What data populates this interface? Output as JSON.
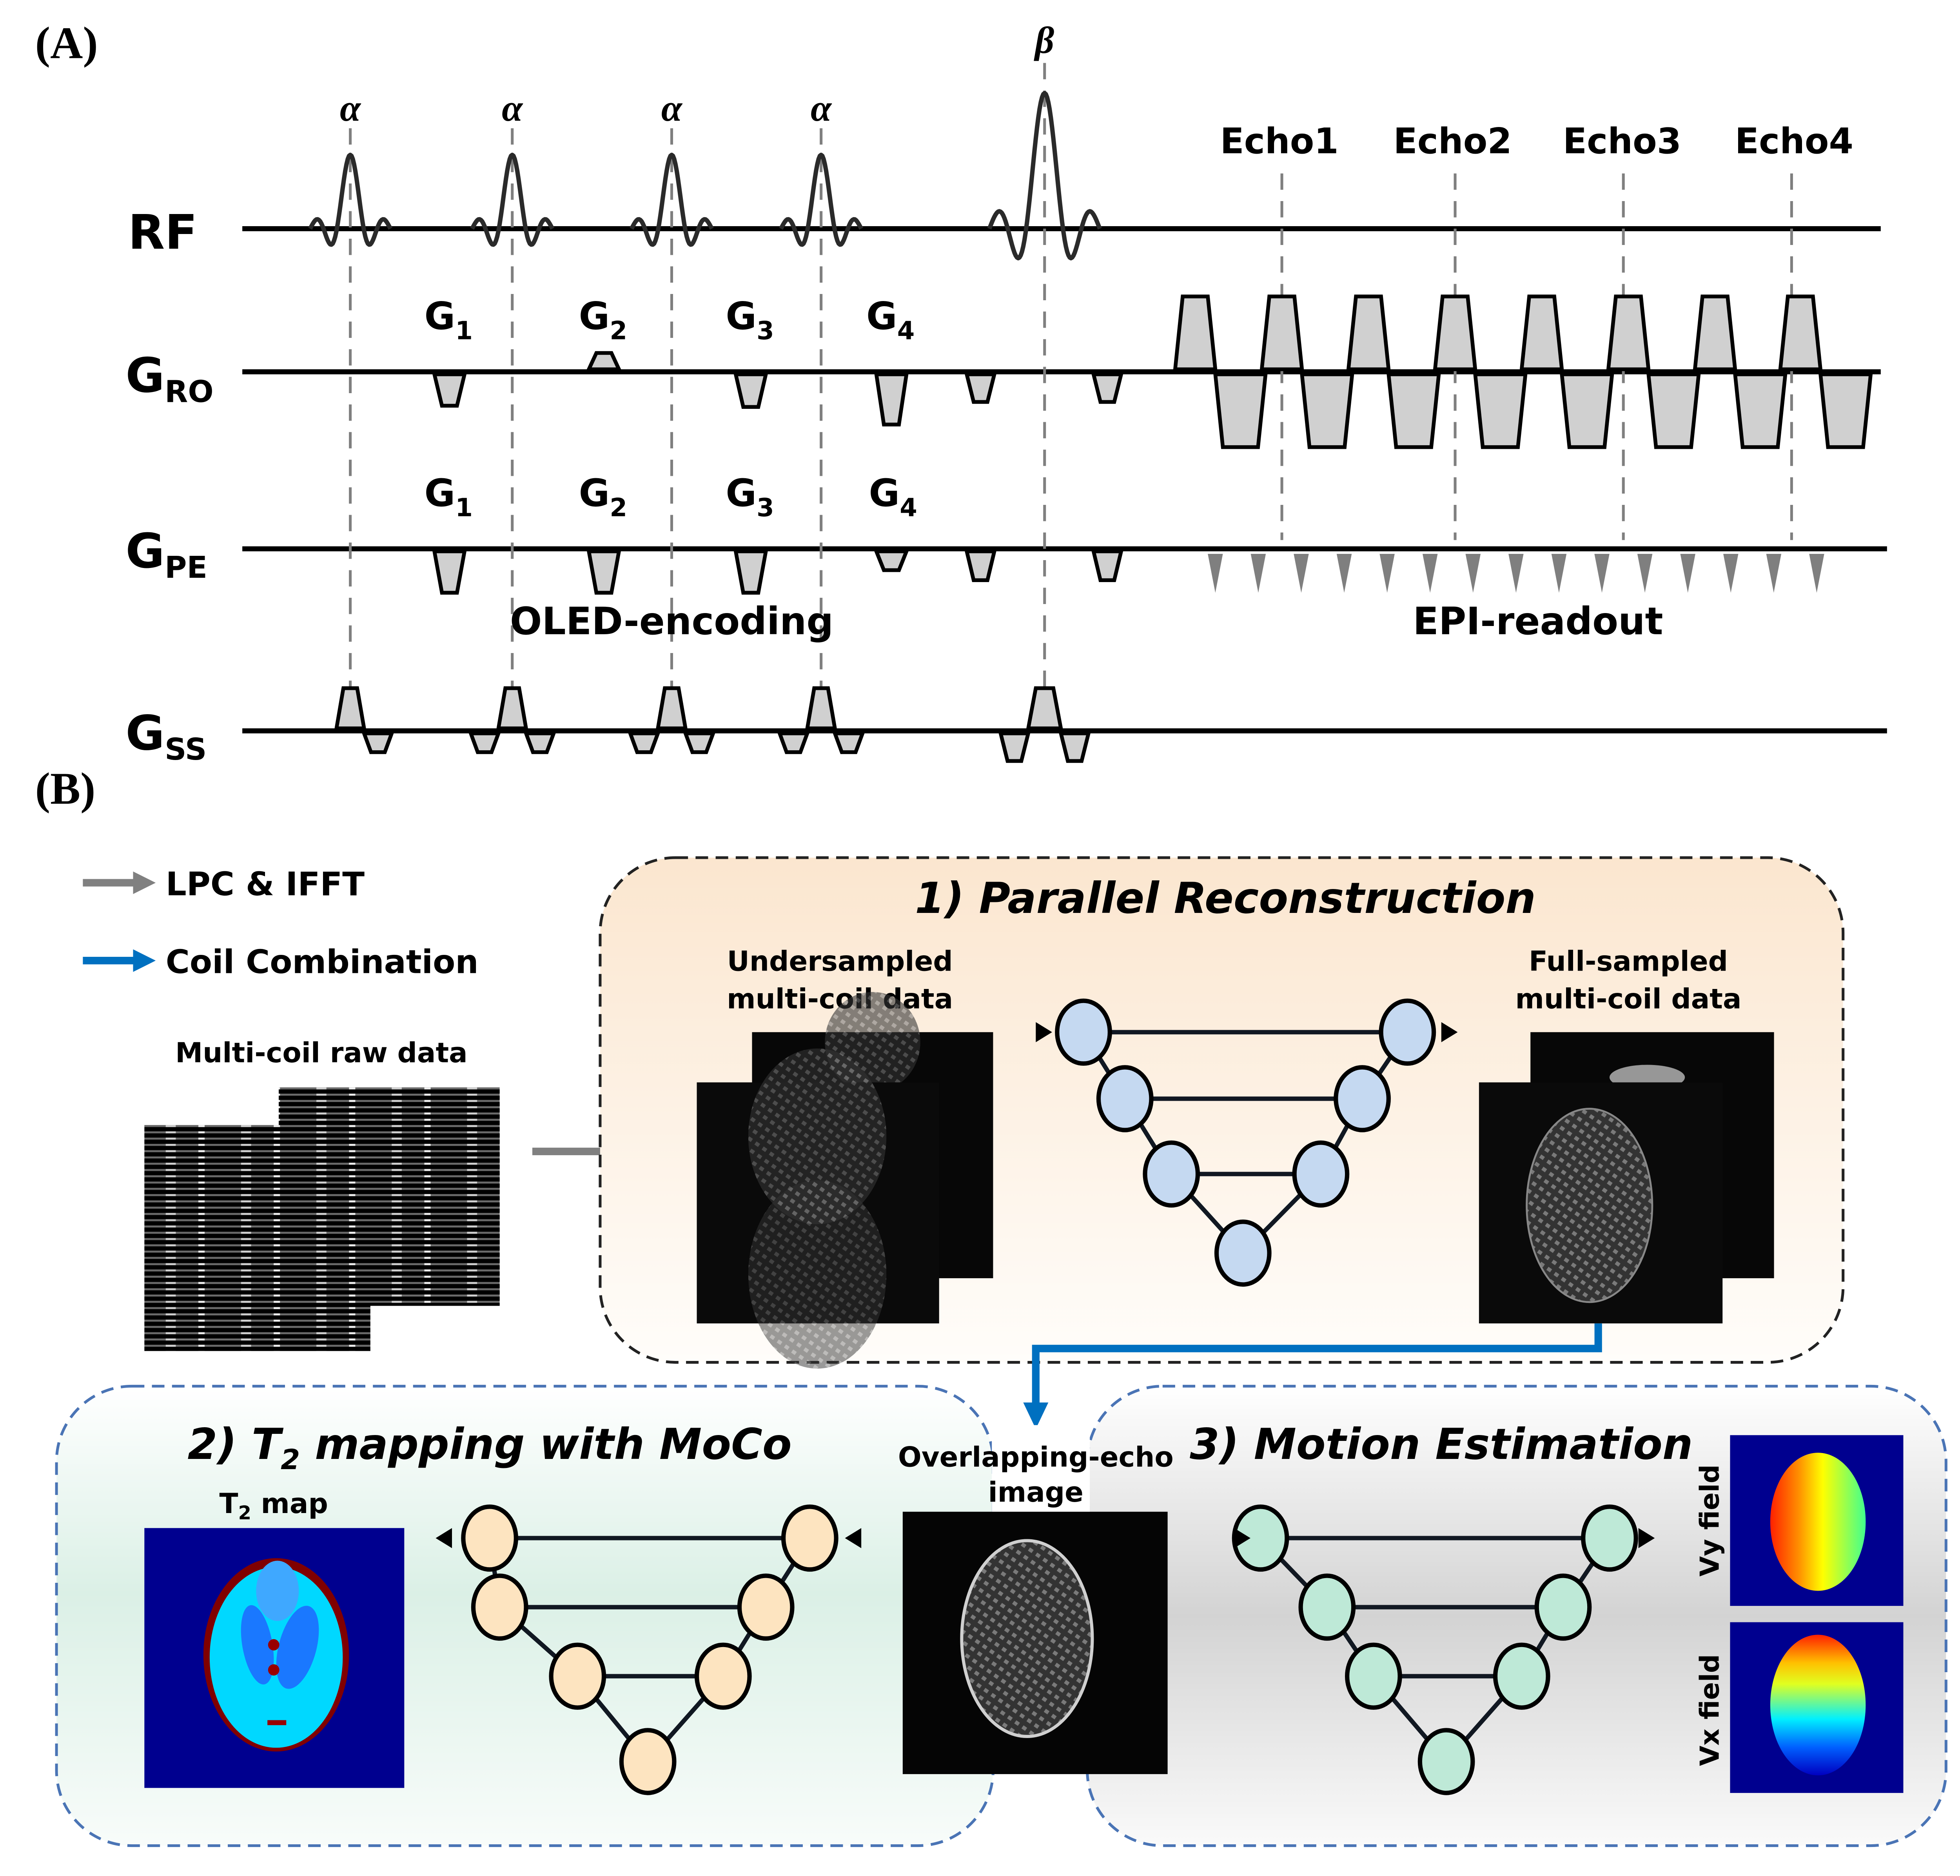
{
  "panel_a": {
    "label": "(A)",
    "rows": {
      "rf": "RF",
      "gro_main": "G",
      "gro_sub": "RO",
      "gpe_main": "G",
      "gpe_sub": "PE",
      "gss_main": "G",
      "gss_sub": "SS"
    },
    "rf_pulses": [
      {
        "symbol": "α"
      },
      {
        "symbol": "α"
      },
      {
        "symbol": "α"
      },
      {
        "symbol": "α"
      },
      {
        "symbol": "β"
      }
    ],
    "encoding_gradients_ro": [
      {
        "main": "G",
        "sub": "1"
      },
      {
        "main": "G",
        "sub": "2"
      },
      {
        "main": "G",
        "sub": "3"
      },
      {
        "main": "G",
        "sub": "4"
      }
    ],
    "encoding_gradients_pe": [
      {
        "main": "G",
        "sub": "1"
      },
      {
        "main": "G",
        "sub": "2"
      },
      {
        "main": "G",
        "sub": "3"
      },
      {
        "main": "G",
        "sub": "4"
      }
    ],
    "echoes": [
      "Echo1",
      "Echo2",
      "Echo3",
      "Echo4"
    ],
    "section_labels": {
      "encoding": "OLED-encoding",
      "readout": "EPI-readout"
    },
    "epi_blip_count": 15
  },
  "panel_b": {
    "label": "(B)",
    "legend": [
      {
        "label": "LPC & IFFT",
        "color": "#808080"
      },
      {
        "label": "Coil Combination",
        "color": "#0070c0"
      }
    ],
    "raw_data_label": "Multi-coil raw data",
    "stage1": {
      "title": "1)  Parallel Reconstruction",
      "input_label_line1": "Undersampled",
      "input_label_line2": "multi-coil data",
      "output_label_line1": "Full-sampled",
      "output_label_line2": "multi-coil data",
      "node_color": "#c5d9f1"
    },
    "stage2": {
      "title_prefix": "2)  T",
      "title_sub": "2",
      "title_suffix": " mapping with MoCo",
      "map_label_main": "T",
      "map_label_sub": "2",
      "map_label_suffix": " map",
      "node_color": "#fde4c0"
    },
    "overlap_label_line1": "Overlapping-echo",
    "overlap_label_line2": "image",
    "stage3": {
      "title": "3)  Motion Estimation",
      "field_labels": [
        "Vy field",
        "Vx field"
      ],
      "node_color": "#bee9d7"
    },
    "colors": {
      "arrow_gray": "#808080",
      "arrow_blue": "#0070c0",
      "panel_border_dark": "#222222",
      "panel_border_blue": "#4a74b5",
      "colormap_bg": "#00008f"
    }
  }
}
